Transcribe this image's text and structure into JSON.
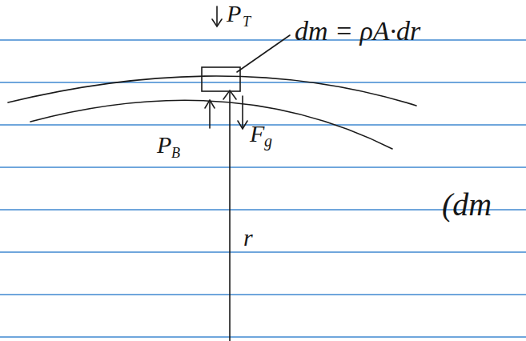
{
  "diagram": {
    "labels": [
      "P",
      "T",
      "dm = ρA·dr",
      "P",
      "B",
      "F",
      "g",
      "r",
      "(dm"
    ]
  }
}
